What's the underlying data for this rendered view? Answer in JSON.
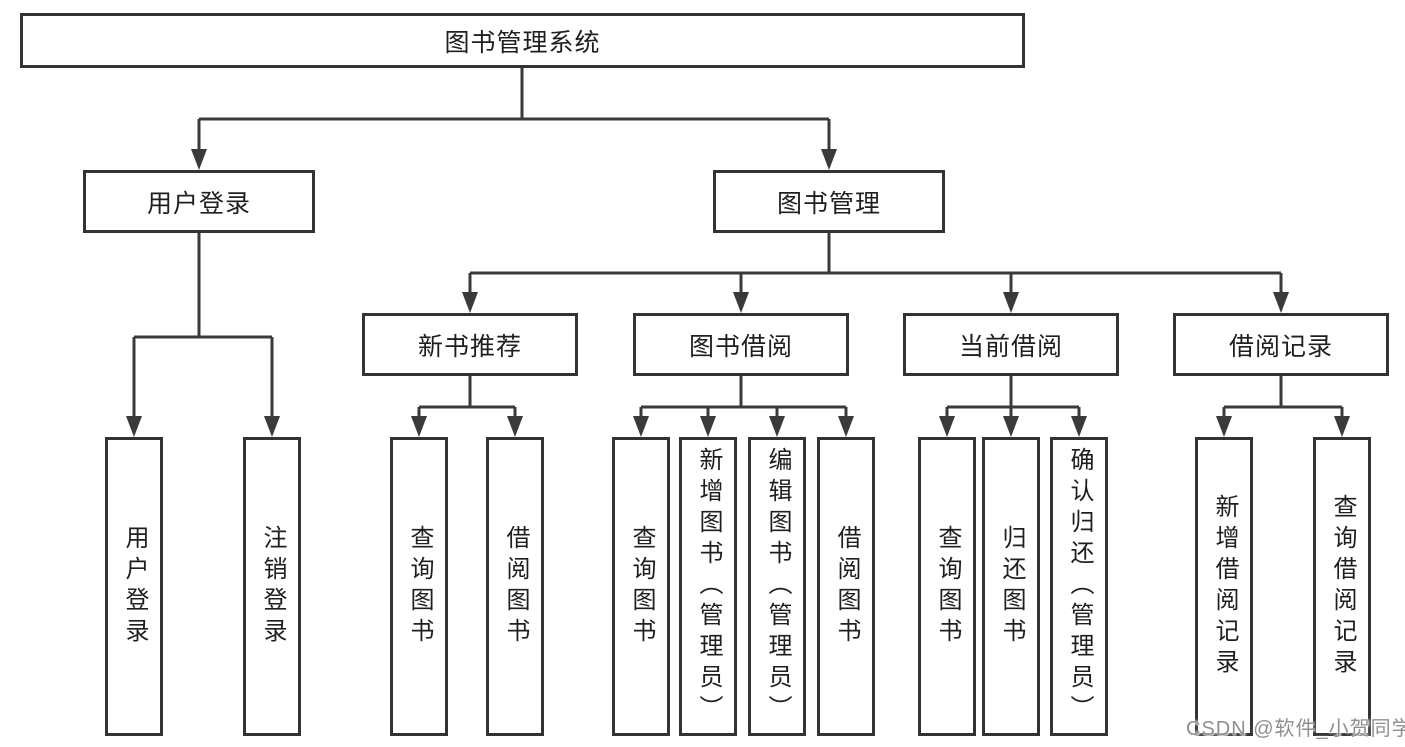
{
  "colors": {
    "line": "#3a3a3a",
    "box_border": "#333333",
    "text": "#1f1f1f",
    "watermark": "#8f8f8f",
    "background": "#ffffff"
  },
  "tree": {
    "root": {
      "label": "图书管理系统",
      "children": [
        {
          "label": "用户登录",
          "children": [
            {
              "label": "用户登录"
            },
            {
              "label": "注销登录"
            }
          ]
        },
        {
          "label": "图书管理",
          "children": [
            {
              "label": "新书推荐",
              "children": [
                {
                  "label": "查询图书"
                },
                {
                  "label": "借阅图书"
                }
              ]
            },
            {
              "label": "图书借阅",
              "children": [
                {
                  "label": "查询图书"
                },
                {
                  "label": "新增图书（管理员）"
                },
                {
                  "label": "编辑图书（管理员）"
                },
                {
                  "label": "借阅图书"
                }
              ]
            },
            {
              "label": "当前借阅",
              "children": [
                {
                  "label": "查询图书"
                },
                {
                  "label": "归还图书"
                },
                {
                  "label": "确认归还（管理员）"
                }
              ]
            },
            {
              "label": "借阅记录",
              "children": [
                {
                  "label": "新增借阅记录"
                },
                {
                  "label": "查询借阅记录"
                }
              ]
            }
          ]
        }
      ]
    }
  },
  "watermark": {
    "text": "CSDN @软件_小贺同学"
  }
}
